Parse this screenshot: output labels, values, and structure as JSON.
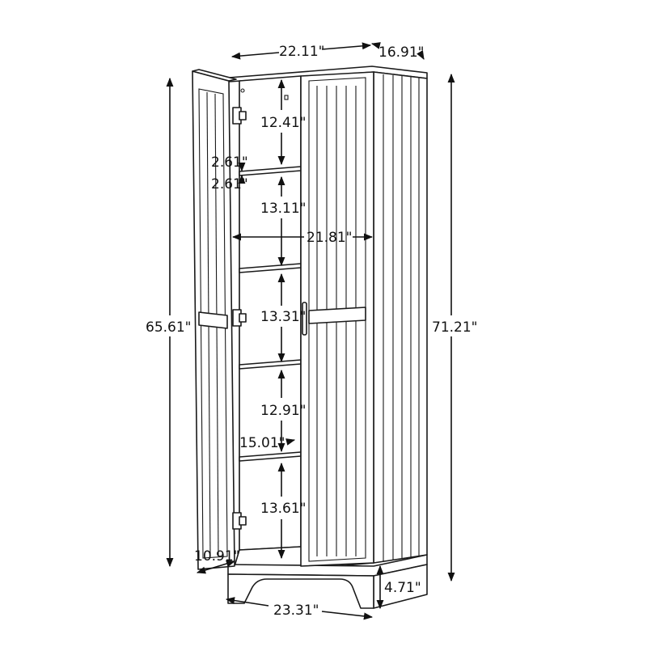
{
  "diagram": {
    "dimensions": {
      "top_width": "22.11\"",
      "top_depth": "16.91\"",
      "shelf_gap_1": "12.41\"",
      "shelf_thickness_a": "2.61\"",
      "shelf_thickness_b": "2.61\"",
      "shelf_gap_2": "13.11\"",
      "inner_width": "21.81\"",
      "shelf_gap_3": "13.31\"",
      "shelf_gap_4": "12.91\"",
      "shelf_depth": "15.01\"",
      "shelf_gap_5": "13.61\"",
      "door_height": "65.61\"",
      "total_height": "71.21\"",
      "door_depth": "10.91\"",
      "base_width": "23.31\"",
      "base_height": "4.71\""
    },
    "colors": {
      "line": "#1a1a1a",
      "background": "#ffffff"
    }
  }
}
